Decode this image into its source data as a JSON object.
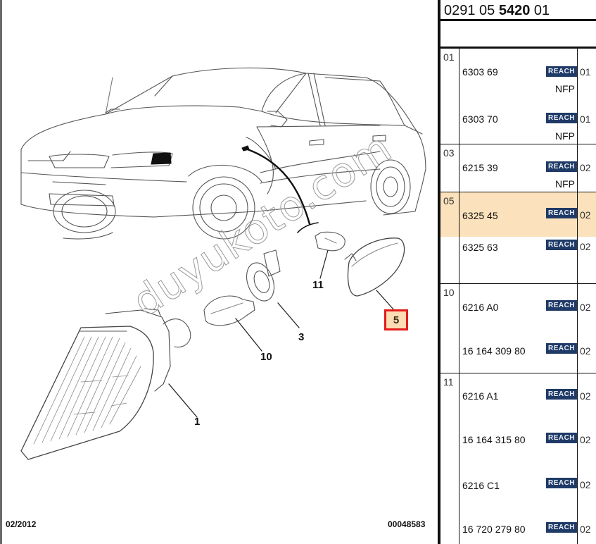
{
  "header": {
    "ref_prefix": "0291 05",
    "ref_bold": "5420",
    "ref_suffix": "01"
  },
  "diagram": {
    "callouts": [
      {
        "id": "1",
        "label": "1"
      },
      {
        "id": "3",
        "label": "3"
      },
      {
        "id": "5",
        "label": "5",
        "highlighted": true
      },
      {
        "id": "10",
        "label": "10"
      },
      {
        "id": "11",
        "label": "11"
      }
    ],
    "watermark": "duyukoto.com",
    "footer_date": "02/2012",
    "footer_ref": "00048583",
    "colors": {
      "highlight_border": "#e31b1b",
      "highlight_fill": "#fbdcb5"
    }
  },
  "table": {
    "colors": {
      "badge": "#1f3a66",
      "selected_row": "#fbe2bc"
    },
    "groups": [
      {
        "num": "01",
        "rows": [
          {
            "part": "6303 69",
            "badge": "REACH",
            "qty": "01",
            "note": "NFP"
          },
          {
            "part": "6303 70",
            "badge": "REACH",
            "qty": "01",
            "note": "NFP"
          }
        ]
      },
      {
        "num": "03",
        "rows": [
          {
            "part": "6215 39",
            "badge": "REACH",
            "qty": "02",
            "note": "NFP"
          }
        ]
      },
      {
        "num": "05",
        "rows": [
          {
            "part": "6325 45",
            "badge": "REACH",
            "qty": "02",
            "note": "",
            "selected": true
          },
          {
            "part": "6325 63",
            "badge": "REACH",
            "qty": "02",
            "note": ""
          }
        ]
      },
      {
        "num": "10",
        "rows": [
          {
            "part": "6216 A0",
            "badge": "REACH",
            "qty": "02",
            "note": ""
          },
          {
            "part": "16 164 309 80",
            "badge": "REACH",
            "qty": "02",
            "note": ""
          }
        ]
      },
      {
        "num": "11",
        "rows": [
          {
            "part": "6216 A1",
            "badge": "REACH",
            "qty": "02",
            "note": ""
          },
          {
            "part": "16 164 315 80",
            "badge": "REACH",
            "qty": "02",
            "note": ""
          },
          {
            "part": "6216 C1",
            "badge": "REACH",
            "qty": "02",
            "note": ""
          },
          {
            "part": "16 720 279 80",
            "badge": "REACH",
            "qty": "02",
            "note": ""
          }
        ]
      }
    ]
  }
}
